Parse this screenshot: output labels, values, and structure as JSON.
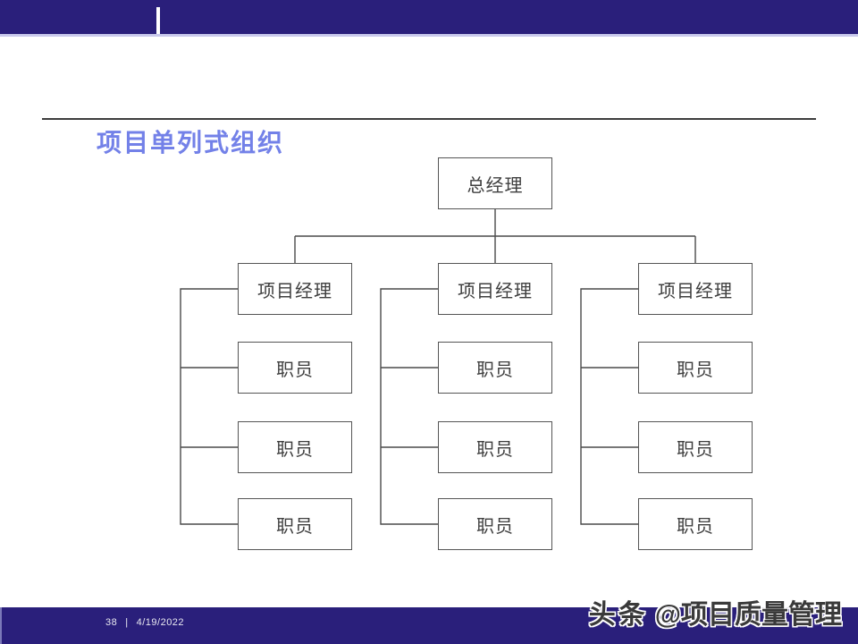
{
  "slide": {
    "title": "项目单列式组织",
    "footer": {
      "page_number": "38",
      "separator": "|",
      "date": "4/19/2022"
    },
    "watermark": {
      "brand": "头条",
      "handle": "@项目质量管理"
    }
  },
  "org_chart": {
    "type": "org-tree",
    "root": "总经理",
    "columns": [
      {
        "manager": "项目经理",
        "staff": [
          "职员",
          "职员",
          "职员"
        ]
      },
      {
        "manager": "项目经理",
        "staff": [
          "职员",
          "职员",
          "职员"
        ]
      },
      {
        "manager": "项目经理",
        "staff": [
          "职员",
          "职员",
          "职员"
        ]
      }
    ]
  },
  "colors": {
    "banner_indigo": "#2A1F7B",
    "banner_light_border": "#C9C9EC",
    "title_text": "#7381E8",
    "rule_line": "#3d3d3d",
    "box_border": "#555555",
    "connector_line": "#4a4a4a",
    "box_text": "#3f3f3f",
    "footer_text": "#E8E8F0",
    "watermark_text": "#3A3A3A"
  }
}
